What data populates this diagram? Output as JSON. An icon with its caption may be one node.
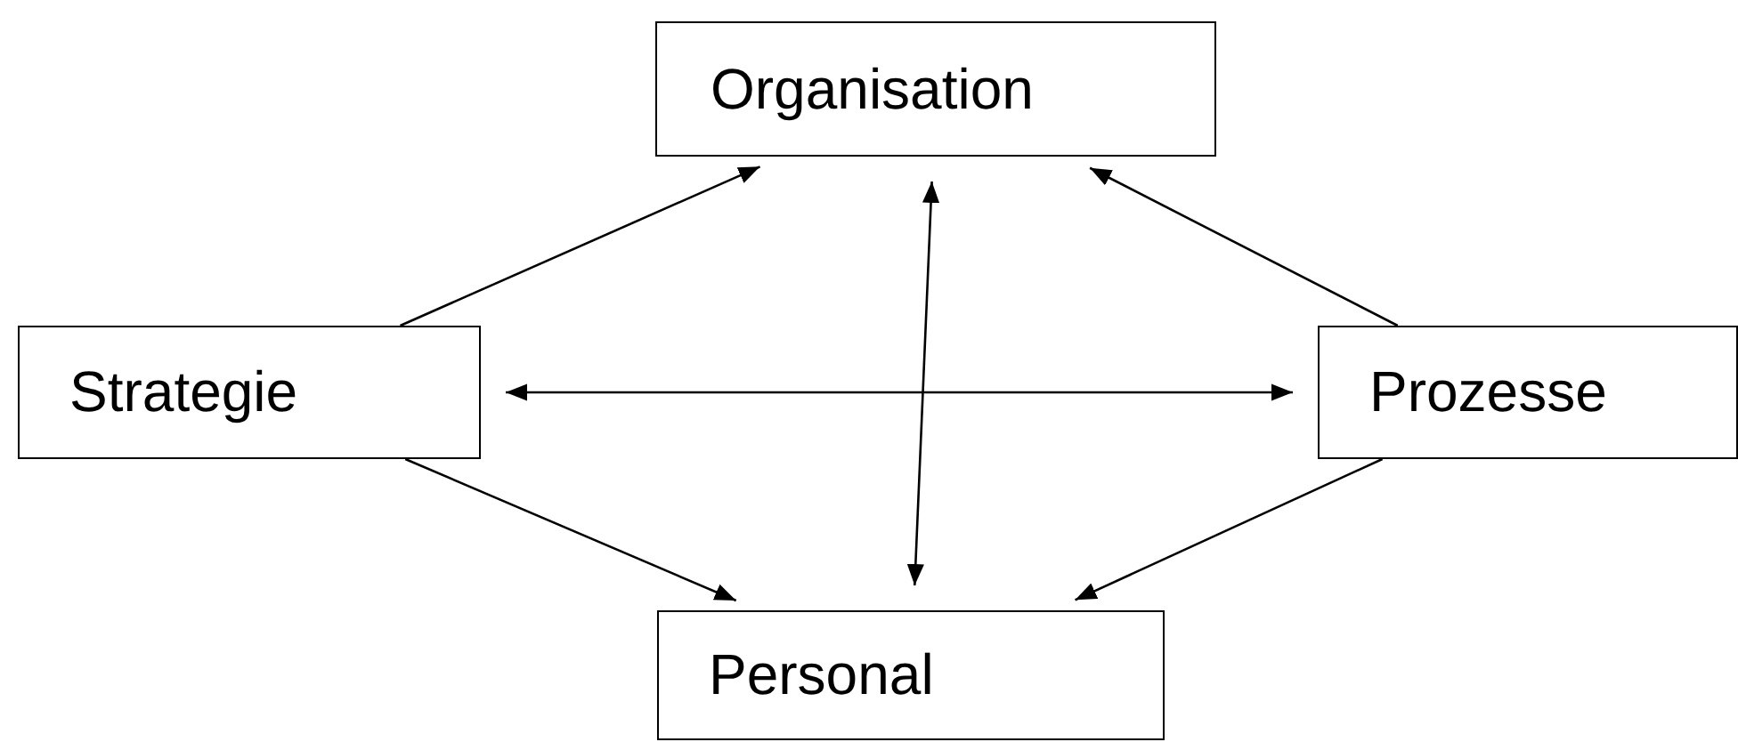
{
  "diagram": {
    "nodes": [
      {
        "text": [
          "Organisation"
        ]
      },
      {
        "text": [
          "Strategie"
        ]
      },
      {
        "text": [
          "Prozesse"
        ]
      },
      {
        "text": [
          "Personal"
        ]
      }
    ],
    "edges": [
      {
        "from": 1,
        "to": 0,
        "arrow": "to"
      },
      {
        "from": 1,
        "to": 3,
        "arrow": "to"
      },
      {
        "from": 2,
        "to": 0,
        "arrow": "to"
      },
      {
        "from": 2,
        "to": 3,
        "arrow": "to"
      },
      {
        "from": 0,
        "to": 3,
        "arrow": "both"
      },
      {
        "from": 1,
        "to": 2,
        "arrow": "both"
      }
    ]
  }
}
